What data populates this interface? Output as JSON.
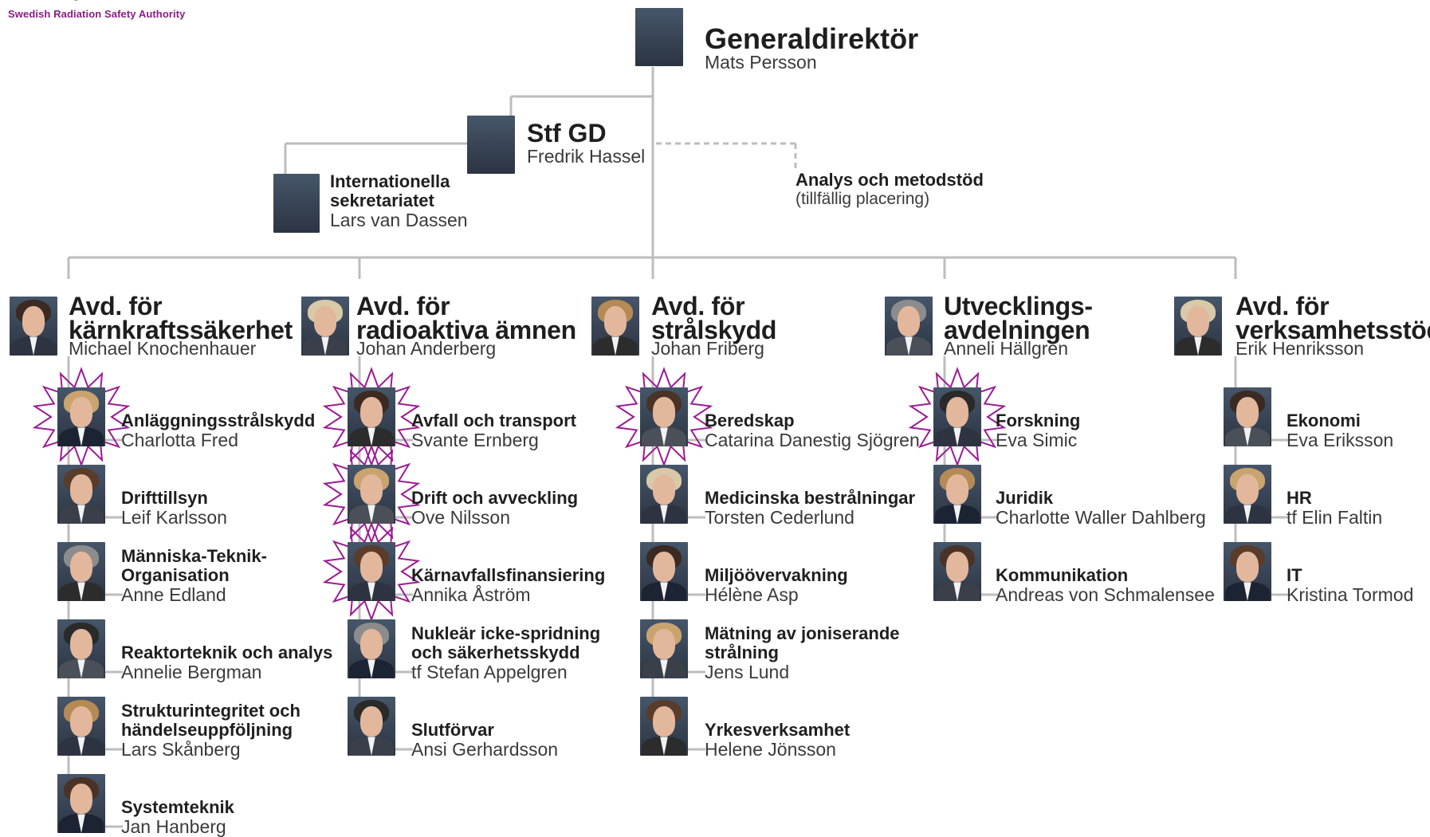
{
  "header": {
    "logo_subtitle": "Swedish Radiation Safety Authority"
  },
  "colors": {
    "connector": "#bdbdbd",
    "starburst": "#9b1b93",
    "accent": "#8a1d86"
  },
  "top": {
    "director": {
      "title": "Generaldirektör",
      "name": "Mats Persson"
    },
    "deputy": {
      "title": "Stf GD",
      "name": "Fredrik Hassel"
    },
    "secretariat": {
      "title_line1": "Internationella",
      "title_line2": "sekretariatet",
      "name": "Lars van Dassen"
    },
    "analysis": {
      "title": "Analys och metodstöd",
      "note": "(tillfällig placering)"
    }
  },
  "departments": [
    {
      "title_line1": "Avd. för",
      "title_line2": "kärnkraftssäkerhet",
      "head": "Michael Knochenhauer",
      "units": [
        {
          "lines": [
            "Anläggningsstrålskydd"
          ],
          "manager": "Charlotta Fred",
          "highlighted": true
        },
        {
          "lines": [
            "Drifttillsyn"
          ],
          "manager": "Leif Karlsson",
          "highlighted": false
        },
        {
          "lines": [
            "Människa-Teknik-",
            "Organisation"
          ],
          "manager": "Anne Edland",
          "highlighted": false
        },
        {
          "lines": [
            "Reaktorteknik och analys"
          ],
          "manager": "Annelie Bergman",
          "highlighted": false
        },
        {
          "lines": [
            "Strukturintegritet och",
            "händelseuppföljning"
          ],
          "manager": "Lars Skånberg",
          "highlighted": false
        },
        {
          "lines": [
            "Systemteknik"
          ],
          "manager": "Jan Hanberg",
          "highlighted": false
        }
      ]
    },
    {
      "title_line1": "Avd. för",
      "title_line2": "radioaktiva ämnen",
      "head": "Johan Anderberg",
      "units": [
        {
          "lines": [
            "Avfall och transport"
          ],
          "manager": "Svante Ernberg",
          "highlighted": true
        },
        {
          "lines": [
            "Drift och avveckling"
          ],
          "manager": "Ove Nilsson",
          "highlighted": true
        },
        {
          "lines": [
            "Kärnavfallsfinansiering"
          ],
          "manager": "Annika Åström",
          "highlighted": true
        },
        {
          "lines": [
            "Nukleär icke-spridning",
            "och säkerhetsskydd"
          ],
          "manager": "tf Stefan Appelgren",
          "highlighted": false
        },
        {
          "lines": [
            "Slutförvar"
          ],
          "manager": "Ansi Gerhardsson",
          "highlighted": false
        }
      ]
    },
    {
      "title_line1": "Avd. för",
      "title_line2": "strålskydd",
      "head": "Johan Friberg",
      "units": [
        {
          "lines": [
            "Beredskap"
          ],
          "manager": "Catarina Danestig Sjögren",
          "highlighted": true
        },
        {
          "lines": [
            "Medicinska bestrålningar"
          ],
          "manager": "Torsten Cederlund",
          "highlighted": false
        },
        {
          "lines": [
            "Miljöövervakning"
          ],
          "manager": "Hélène Asp",
          "highlighted": false
        },
        {
          "lines": [
            "Mätning av joniserande",
            "strålning"
          ],
          "manager": "Jens Lund",
          "highlighted": false
        },
        {
          "lines": [
            "Yrkesverksamhet"
          ],
          "manager": "Helene Jönsson",
          "highlighted": false
        }
      ]
    },
    {
      "title_line1": "Utvecklings-",
      "title_line2": "avdelningen",
      "head": "Anneli Hällgren",
      "units": [
        {
          "lines": [
            "Forskning"
          ],
          "manager": "Eva Simic",
          "highlighted": true
        },
        {
          "lines": [
            "Juridik"
          ],
          "manager": "Charlotte Waller Dahlberg",
          "highlighted": false
        },
        {
          "lines": [
            "Kommunikation"
          ],
          "manager": "Andreas von Schmalensee",
          "highlighted": false
        }
      ]
    },
    {
      "title_line1": "Avd. för",
      "title_line2": "verksamhetsstöd",
      "head": "Erik Henriksson",
      "units": [
        {
          "lines": [
            "Ekonomi"
          ],
          "manager": "Eva Eriksson",
          "highlighted": false
        },
        {
          "lines": [
            "HR"
          ],
          "manager": "tf Elin Faltin",
          "highlighted": false
        },
        {
          "lines": [
            "IT"
          ],
          "manager": "Kristina Tormod",
          "highlighted": false
        }
      ]
    }
  ]
}
